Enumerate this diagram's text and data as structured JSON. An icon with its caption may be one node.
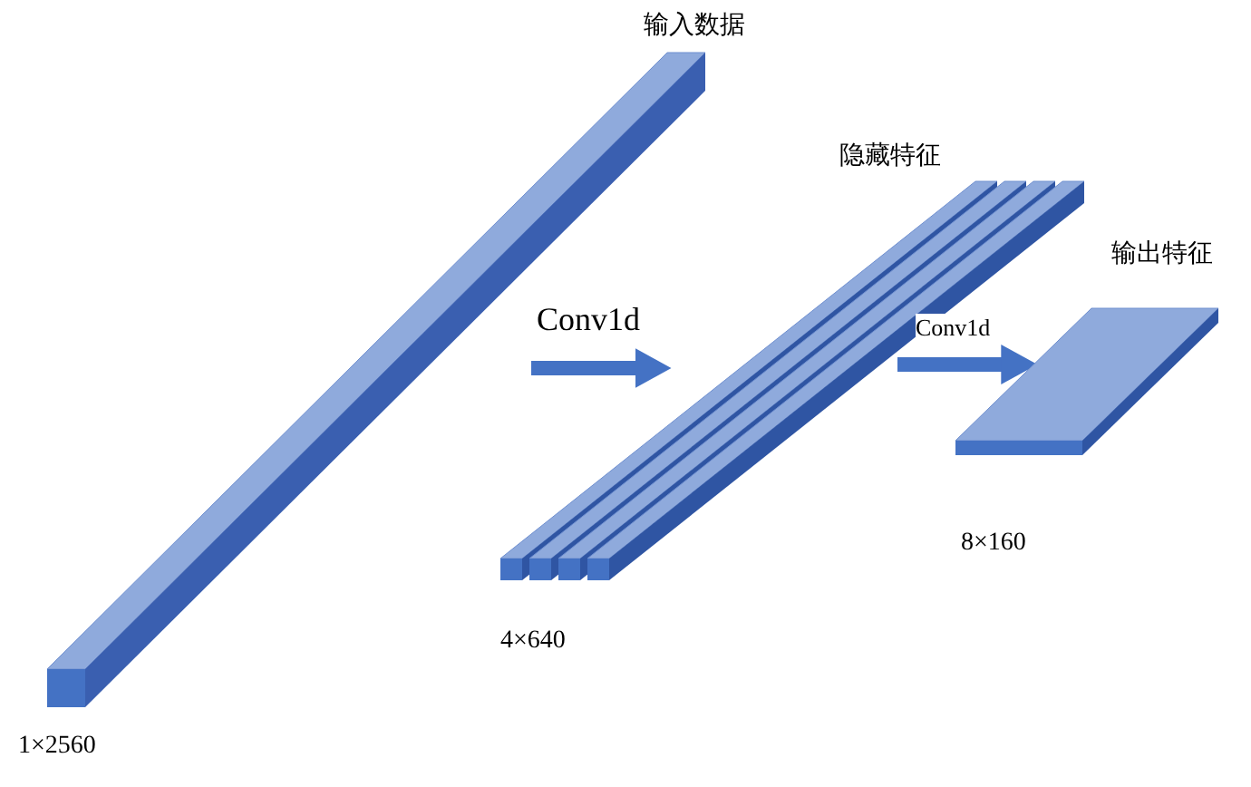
{
  "diagram": {
    "nodes": [
      {
        "text": [
          "输入数据"
        ]
      },
      {
        "text": [
          "隐藏特征"
        ]
      },
      {
        "text": [
          "输出特征"
        ]
      }
    ],
    "edges": [
      {
        "from": 0,
        "to": 1,
        "arrow": "to",
        "label": "Conv1d"
      },
      {
        "from": 1,
        "to": 2,
        "arrow": "to",
        "label": "Conv1d"
      }
    ],
    "labels": [
      "8×160",
      "4×640",
      "1×2560"
    ]
  }
}
